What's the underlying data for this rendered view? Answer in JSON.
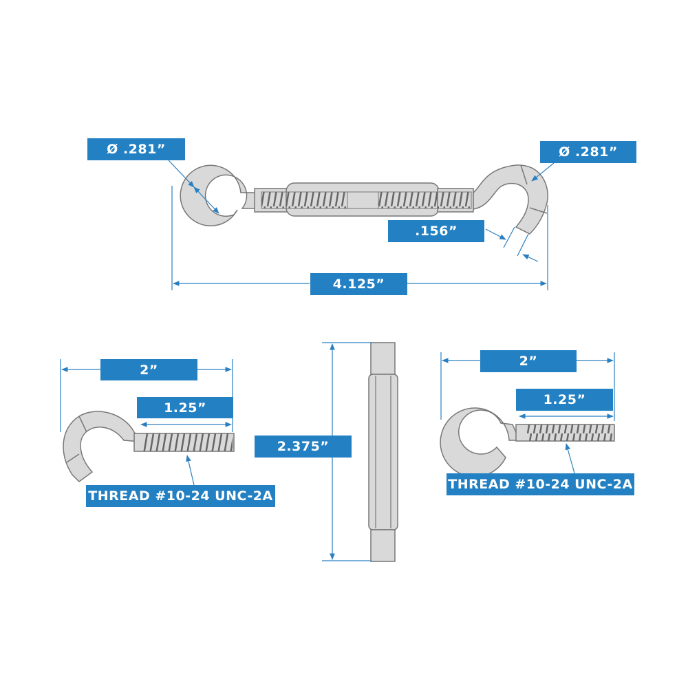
{
  "title": "Turnbuckle hook & eye dimension diagram",
  "colors": {
    "accent": "#2280c3",
    "part_fill": "#d9d9d9",
    "part_stroke": "#777777",
    "dim_line": "#2a7fc0"
  },
  "top_view": {
    "eye_diameter": "Ø  .281”",
    "hook_diameter": "Ø  .281”",
    "wire_thickness": ".156”",
    "overall_length": "4.125”"
  },
  "hook_detail": {
    "overall_length": "2”",
    "thread_length": "1.25”",
    "thread_spec": "THREAD  #10-24 UNC-2A"
  },
  "body_detail": {
    "body_length": "2.375”"
  },
  "eye_detail": {
    "overall_length": "2”",
    "thread_length": "1.25”",
    "thread_spec": "THREAD  #10-24 UNC-2A"
  }
}
